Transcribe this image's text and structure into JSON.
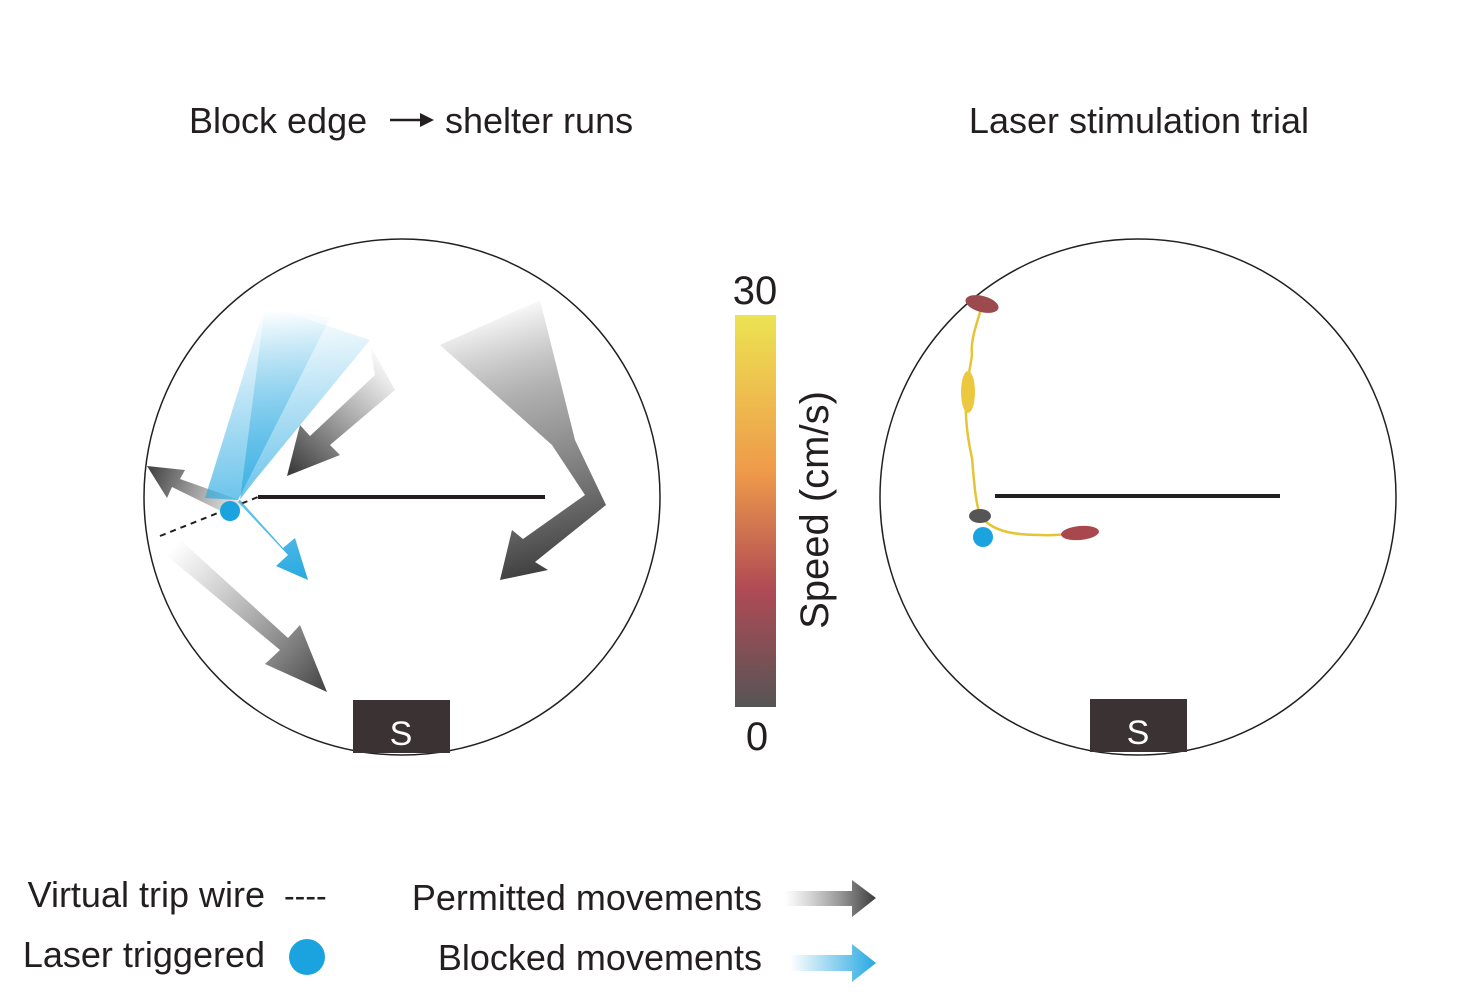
{
  "left_panel": {
    "title_part1": "Block edge",
    "title_part2": "shelter runs",
    "shelter_label": "S"
  },
  "right_panel": {
    "title": "Laser stimulation trial",
    "shelter_label": "S"
  },
  "colorbar": {
    "label": "Speed (cm/s)",
    "max_label": "30",
    "min_label": "0",
    "stops": [
      "#555555",
      "#b04a55",
      "#ef9a4a",
      "#ece352"
    ]
  },
  "legend": {
    "trip_wire_label": "Virtual trip wire",
    "trip_wire_symbol": "----",
    "laser_label": "Laser triggered",
    "permitted_label": "Permitted movements",
    "blocked_label": "Blocked movements"
  },
  "colors": {
    "laser_dot": "#1ba3e0",
    "blocked_arrow": "#29a9e1",
    "permitted_arrow": "#444444",
    "shelter_fill": "#3b3233",
    "trace": "#e6c437"
  }
}
